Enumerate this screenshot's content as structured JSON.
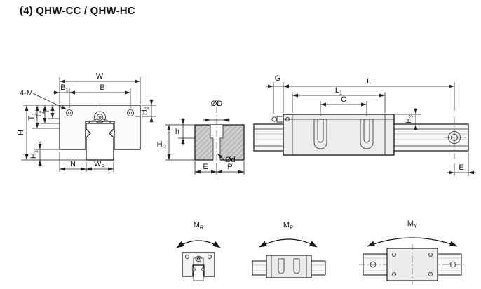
{
  "title": "(4) QHW-CC / QHW-HC",
  "colors": {
    "line": "#111111",
    "fill_block": "#ededed",
    "fill_hatch": "#cdcdcd",
    "background": "#ffffff"
  },
  "front_view": {
    "W": "W",
    "B": "B",
    "B1": {
      "m": "B",
      "s": "1"
    },
    "four_m": "4-M",
    "H2": {
      "m": "H",
      "s": "2"
    },
    "T1": {
      "m": "T",
      "s": "1"
    },
    "T2": {
      "m": "T",
      "s": "2"
    },
    "T": "T",
    "H": "H",
    "H1": {
      "m": "H",
      "s": "1"
    },
    "N": "N",
    "WR": {
      "m": "W",
      "s": "R"
    }
  },
  "section_view": {
    "OD": "ØD",
    "h": "h",
    "HR": {
      "m": "H",
      "s": "R"
    },
    "Od": "Ød",
    "E": "E",
    "P": "P"
  },
  "side_view": {
    "G": "G",
    "L": "L",
    "L1": {
      "m": "L",
      "s": "1"
    },
    "C": "C",
    "H3": {
      "m": "H",
      "s": "3"
    },
    "E": "E"
  },
  "moments": {
    "MR": {
      "m": "M",
      "s": "R"
    },
    "MP": {
      "m": "M",
      "s": "P"
    },
    "MY": {
      "m": "M",
      "s": "Y"
    }
  }
}
